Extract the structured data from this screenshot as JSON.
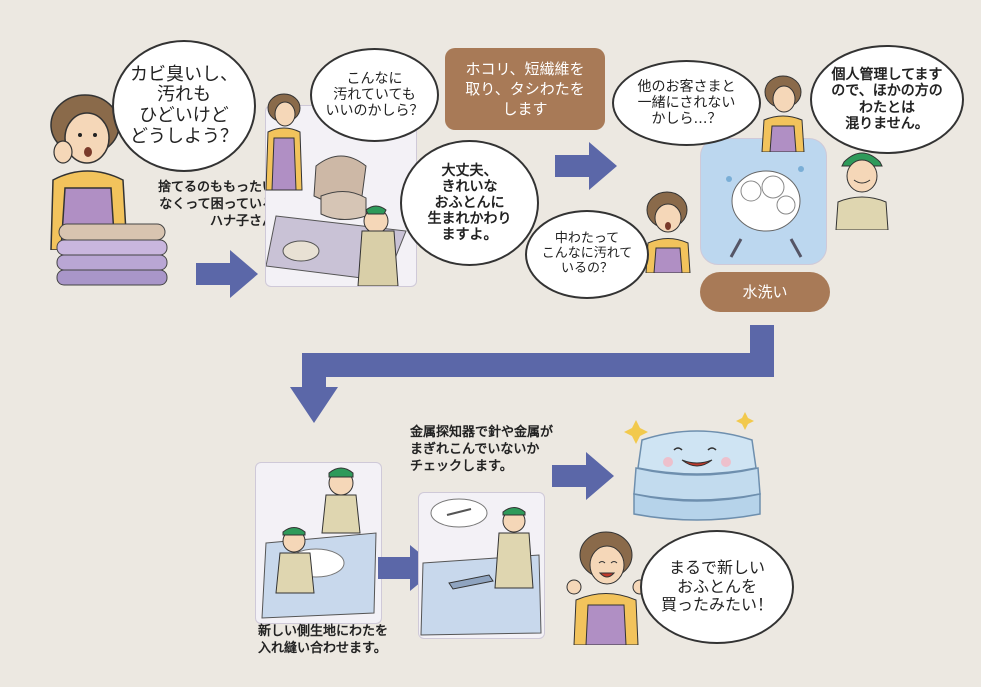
{
  "speech": {
    "hanako_worry": "カビ臭いし、\n汚れも\nひどいけど\nどうしよう？",
    "hanako_question": "こんなに\n汚れていても\nいいのかしら？",
    "worker_reassure": "大丈夫、\nきれいな\nおふとんに\n生まれかわり\nますよ。",
    "customer_mix_worry": "他のお客さまと\n一緒にされない\nかしら…？",
    "worker_individual": "個人管理してます\nので、ほかの方の\nわたとは\n混りません。",
    "hanako_surprise": "中わたって\nこんなに汚れて\nいるの？",
    "hanako_happy": "まるで新しい\nおふとんを\n買ったみたい！"
  },
  "captions": {
    "intro": "捨てるのももったい\nなくって困っている\nハナ子さん",
    "metal_check": "金属探知器で針や金属が\nまぎれこんでいないか\nチェックします。",
    "sewing": "新しい側生地にわたを\n入れ縫い合わせます。"
  },
  "tags": {
    "dust_removal": "ホコリ、短繊維を\n取り、タシわたを\nします",
    "water_wash": "水洗い"
  },
  "colors": {
    "background": "#ece8e1",
    "arrow": "#5b67a8",
    "tag": "#a87a57",
    "apron": "#b08fc4",
    "cap": "#2e9a5a"
  }
}
